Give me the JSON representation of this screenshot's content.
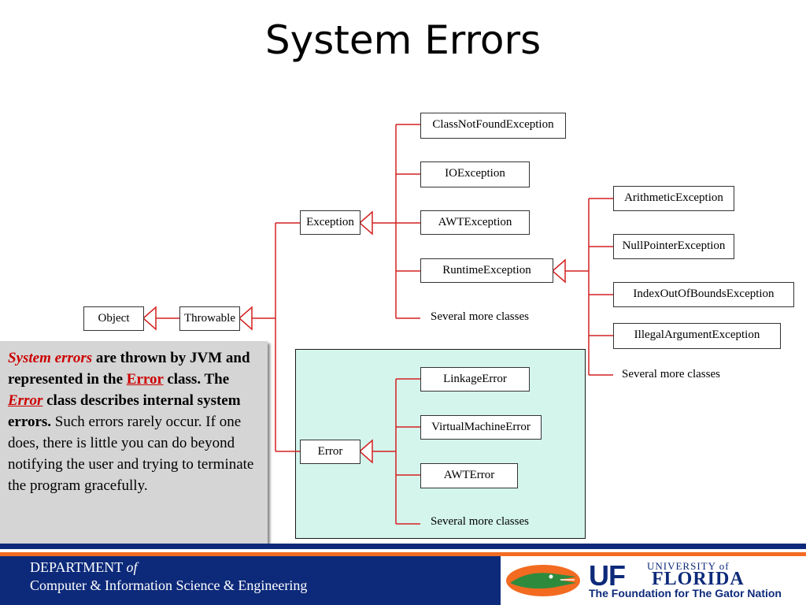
{
  "title": "System Errors",
  "nodes": {
    "object": "Object",
    "throwable": "Throwable",
    "exception": "Exception",
    "error": "Error",
    "class_not_found": "ClassNotFoundException",
    "io_exception": "IOException",
    "awt_exception": "AWTException",
    "runtime_exception": "RuntimeException",
    "several_exception": "Several more classes",
    "arithmetic": "ArithmeticException",
    "null_pointer": "NullPointerException",
    "index_out_of_bounds": "IndexOutOfBoundsException",
    "illegal_argument": "IllegalArgumentException",
    "several_runtime": "Several more classes",
    "linkage_error": "LinkageError",
    "virtual_machine_error": "VirtualMachineError",
    "awt_error": "AWTError",
    "several_error": "Several more classes"
  },
  "note": {
    "part1": "System errors",
    "part2": " are thrown by JVM and represented in the ",
    "part3": "Error",
    "part4": " class",
    "part5": ". The ",
    "part6": "Error",
    "part7": " class describes internal system errors.",
    "part8": " Such errors rarely occur. If one does, there is little you can do beyond notifying the user and trying to terminate the program gracefully."
  },
  "footer": {
    "dept_line1": "DEPARTMENT",
    "dept_of": "of",
    "dept_line2": "Computer & Information Science & Engineering",
    "uf": "UF",
    "university": "UNIVERSITY of",
    "florida": "FLORIDA",
    "tagline": "The Foundation for The Gator Nation"
  },
  "colors": {
    "connector": "#d42020",
    "highlight_fill": "#d4f5ec",
    "note_fill": "#d5d5d5",
    "footer_blue": "#0d2a7a",
    "footer_orange": "#f26b21"
  }
}
